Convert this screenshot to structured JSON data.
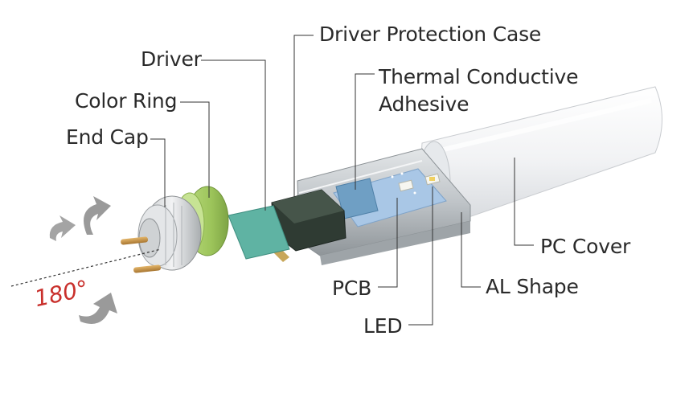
{
  "labels": {
    "driver_protection_case": "Driver Protection Case",
    "driver": "Driver",
    "thermal_conductive_adhesive": "Thermal Conductive Adhesive",
    "color_ring": "Color Ring",
    "end_cap": "End Cap",
    "pc_cover": "PC Cover",
    "pcb": "PCB",
    "al_shape": "AL Shape",
    "led": "LED",
    "rotation": "180°"
  },
  "colors": {
    "label_text": "#2a2a2a",
    "leader_line": "#333333",
    "rotation_text": "#c9302c",
    "rotation_arrow": "#9a9a9a",
    "color_ring": "#9cc45a",
    "driver_board": "#5fb3a3",
    "driver_case": "#2f3b33",
    "thermal_pad": "#6f9fc4",
    "pcb": "#a9c7e6",
    "pc_cover": "#eef0f3",
    "al_shape": "#b9bec2"
  },
  "icons": {
    "rotation": "curved-arrow-icon",
    "pin": "pin-icon"
  }
}
